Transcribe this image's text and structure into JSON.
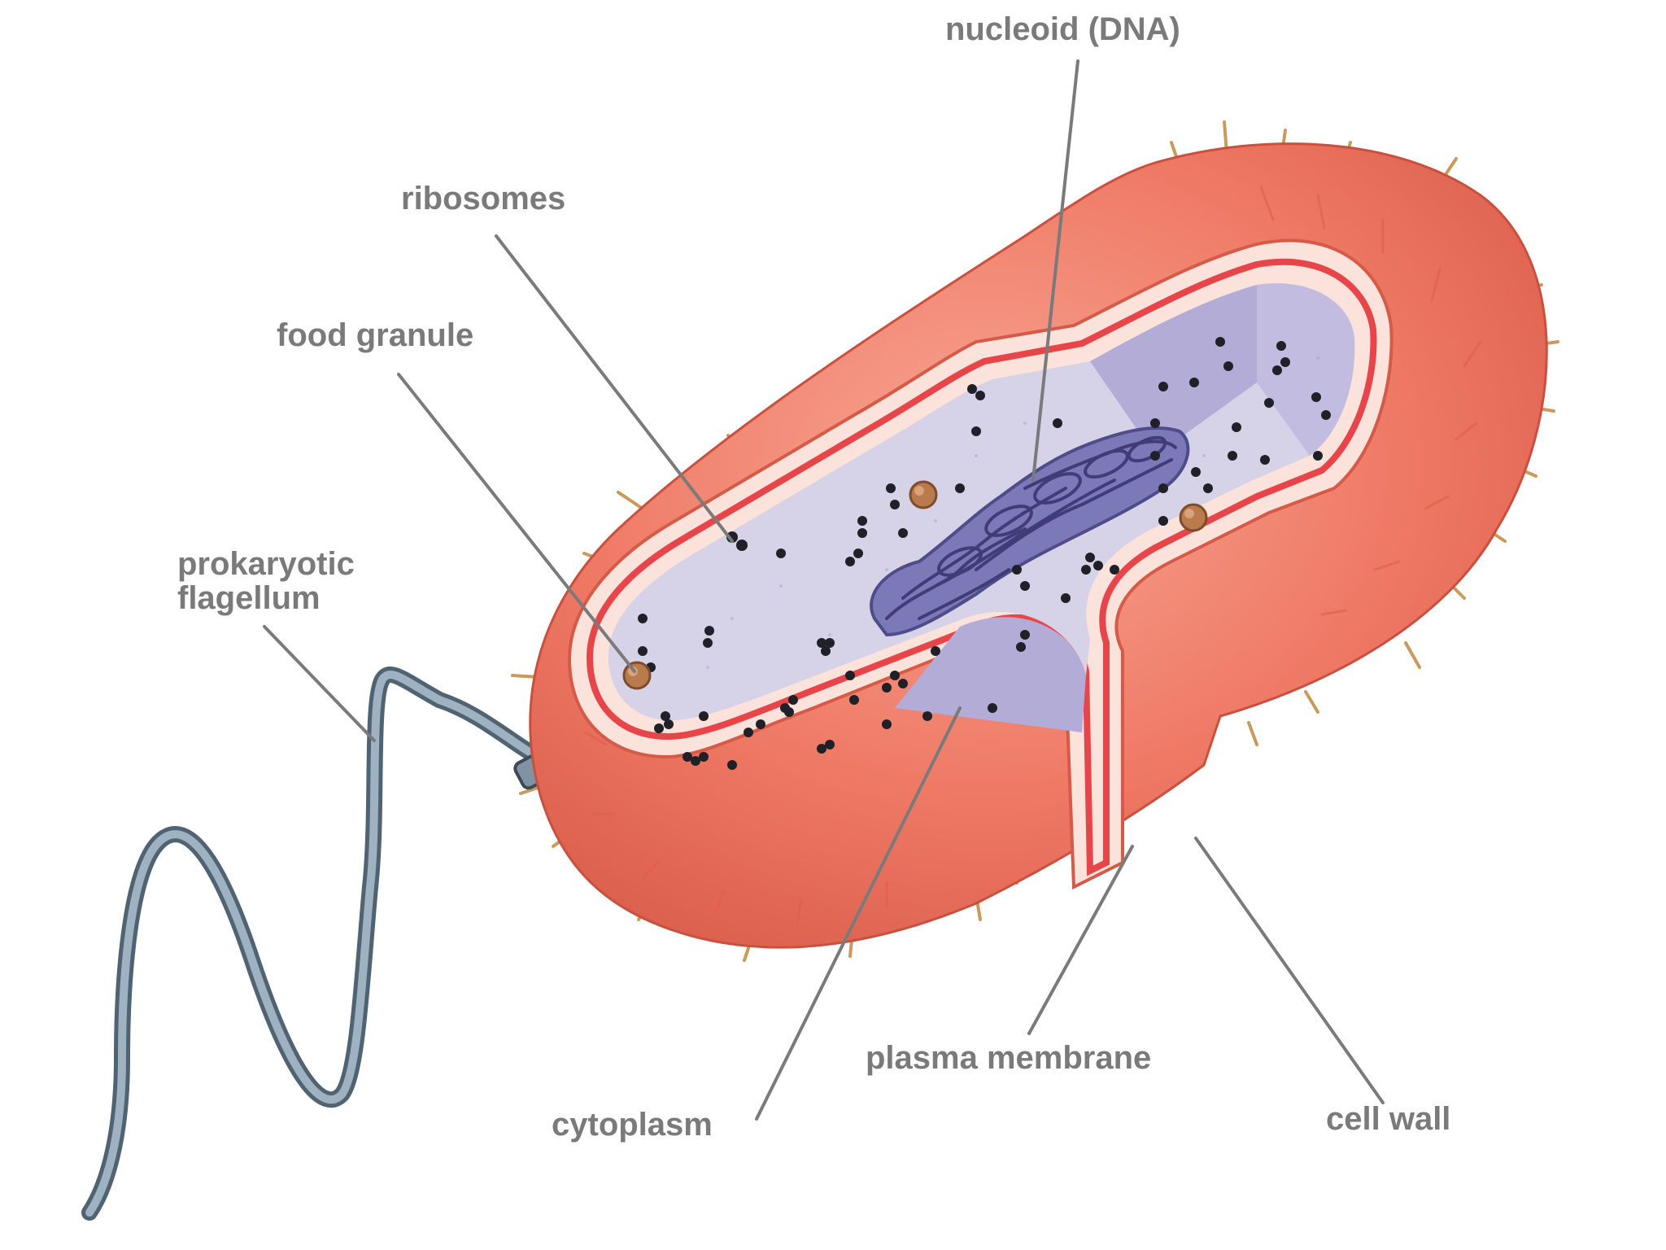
{
  "labels": {
    "nucleoid": "nucleoid (DNA)",
    "ribosomes": "ribosomes",
    "food_granule": "food granule",
    "flagellum_line1": "prokaryotic",
    "flagellum_line2": "flagellum",
    "plasma_membrane": "plasma membrane",
    "cytoplasm": "cytoplasm",
    "cell_wall": "cell wall"
  },
  "colors": {
    "cell_wall": "#ee7864",
    "cell_wall_light": "#f6a08e",
    "cell_wall_dark": "#d65a48",
    "membrane": "#e8454a",
    "periplasm": "#fbe2da",
    "cytoplasm": "#d6d2e8",
    "cytoplasm_shadow": "#b2acd6",
    "nucleoid": "#6c6aa6",
    "ribosome": "#202028",
    "granule": "#b97a4c",
    "flagellum": "#7e93a6",
    "pili": "#c99a5a",
    "leader_line": "#7a7a7a",
    "label_text": "#7a7a7a"
  }
}
